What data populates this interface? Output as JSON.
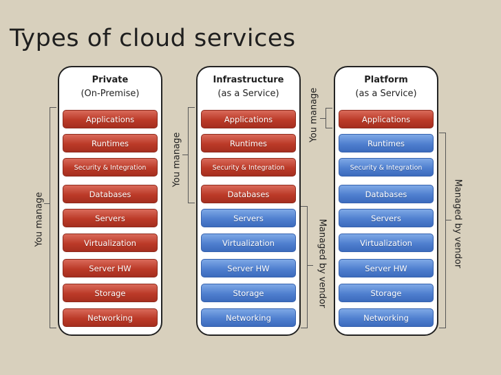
{
  "title": "Types of cloud services",
  "columns": [
    {
      "heading_line1": "Private",
      "heading_line2": "(On-Premise)",
      "layers": [
        {
          "label": "Applications",
          "color": "red"
        },
        {
          "label": "Runtimes",
          "color": "red"
        },
        {
          "label": "Security & Integration",
          "color": "red"
        },
        {
          "label": "Databases",
          "color": "red"
        },
        {
          "label": "Servers",
          "color": "red"
        },
        {
          "label": "Virtualization",
          "color": "red"
        },
        {
          "label": "Server HW",
          "color": "red"
        },
        {
          "label": "Storage",
          "color": "red"
        },
        {
          "label": "Networking",
          "color": "red"
        }
      ]
    },
    {
      "heading_line1": "Infrastructure",
      "heading_line2": "(as a Service)",
      "layers": [
        {
          "label": "Applications",
          "color": "red"
        },
        {
          "label": "Runtimes",
          "color": "red"
        },
        {
          "label": "Security & Integration",
          "color": "red"
        },
        {
          "label": "Databases",
          "color": "red"
        },
        {
          "label": "Servers",
          "color": "blue"
        },
        {
          "label": "Virtualization",
          "color": "blue"
        },
        {
          "label": "Server HW",
          "color": "blue"
        },
        {
          "label": "Storage",
          "color": "blue"
        },
        {
          "label": "Networking",
          "color": "blue"
        }
      ]
    },
    {
      "heading_line1": "Platform",
      "heading_line2": "(as a Service)",
      "layers": [
        {
          "label": "Applications",
          "color": "red"
        },
        {
          "label": "Runtimes",
          "color": "blue"
        },
        {
          "label": "Security & Integration",
          "color": "blue"
        },
        {
          "label": "Databases",
          "color": "blue"
        },
        {
          "label": "Servers",
          "color": "blue"
        },
        {
          "label": "Virtualization",
          "color": "blue"
        },
        {
          "label": "Server HW",
          "color": "blue"
        },
        {
          "label": "Storage",
          "color": "blue"
        },
        {
          "label": "Networking",
          "color": "blue"
        }
      ]
    }
  ],
  "labels": {
    "you_manage": "You manage",
    "managed_by_vendor": "Managed by vendor"
  },
  "colors": {
    "red": "#bb3a28",
    "blue": "#4f7fcf",
    "background": "#d8d0bd"
  }
}
